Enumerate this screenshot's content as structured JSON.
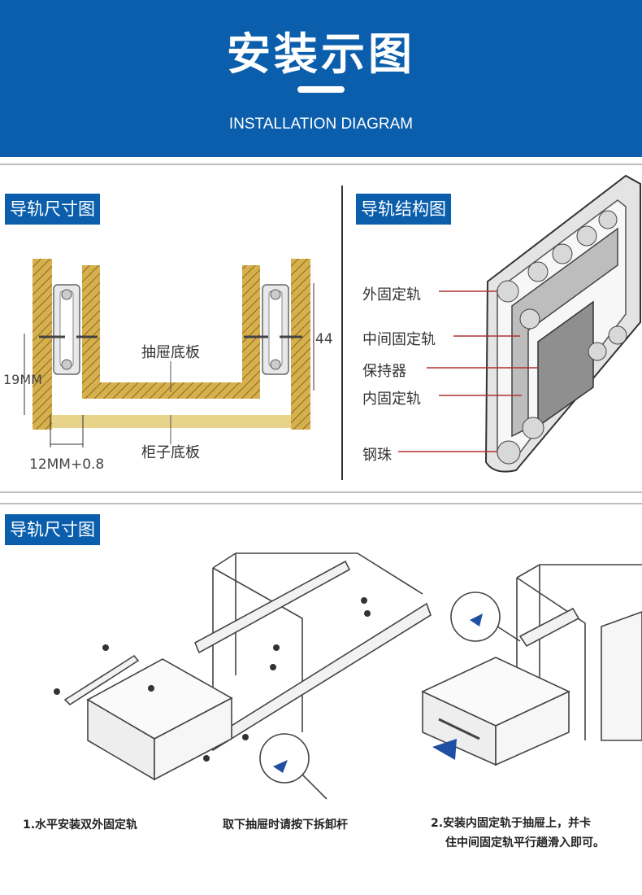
{
  "header": {
    "title": "安装示图",
    "subtitle": "INSTALLATION DIAGRAM"
  },
  "panel_dimensions": {
    "label": "导轨尺寸图",
    "drawer_bottom": "抽屉底板",
    "cabinet_bottom": "柜子底板",
    "dim_height_left": "19MM",
    "dim_height_right": "44",
    "dim_width": "12MM+0.8"
  },
  "panel_structure": {
    "label": "导轨结构图",
    "parts": [
      "外固定轨",
      "中间固定轨",
      "保持器",
      "内固定轨",
      "钢珠"
    ]
  },
  "panel_install": {
    "label": "导轨尺寸图",
    "captions": {
      "step1": "1.水平安装双外固定轨",
      "remove": "取下抽屉时请按下拆卸杆",
      "step2_line1": "2.安装内固定轨于抽屉上，并卡",
      "step2_line2": "住中间固定轨平行趟滑入即可。"
    }
  },
  "colors": {
    "brand_blue": "#0a5eab",
    "wood": "#d7b04e",
    "wood_light": "#e8d38a"
  }
}
